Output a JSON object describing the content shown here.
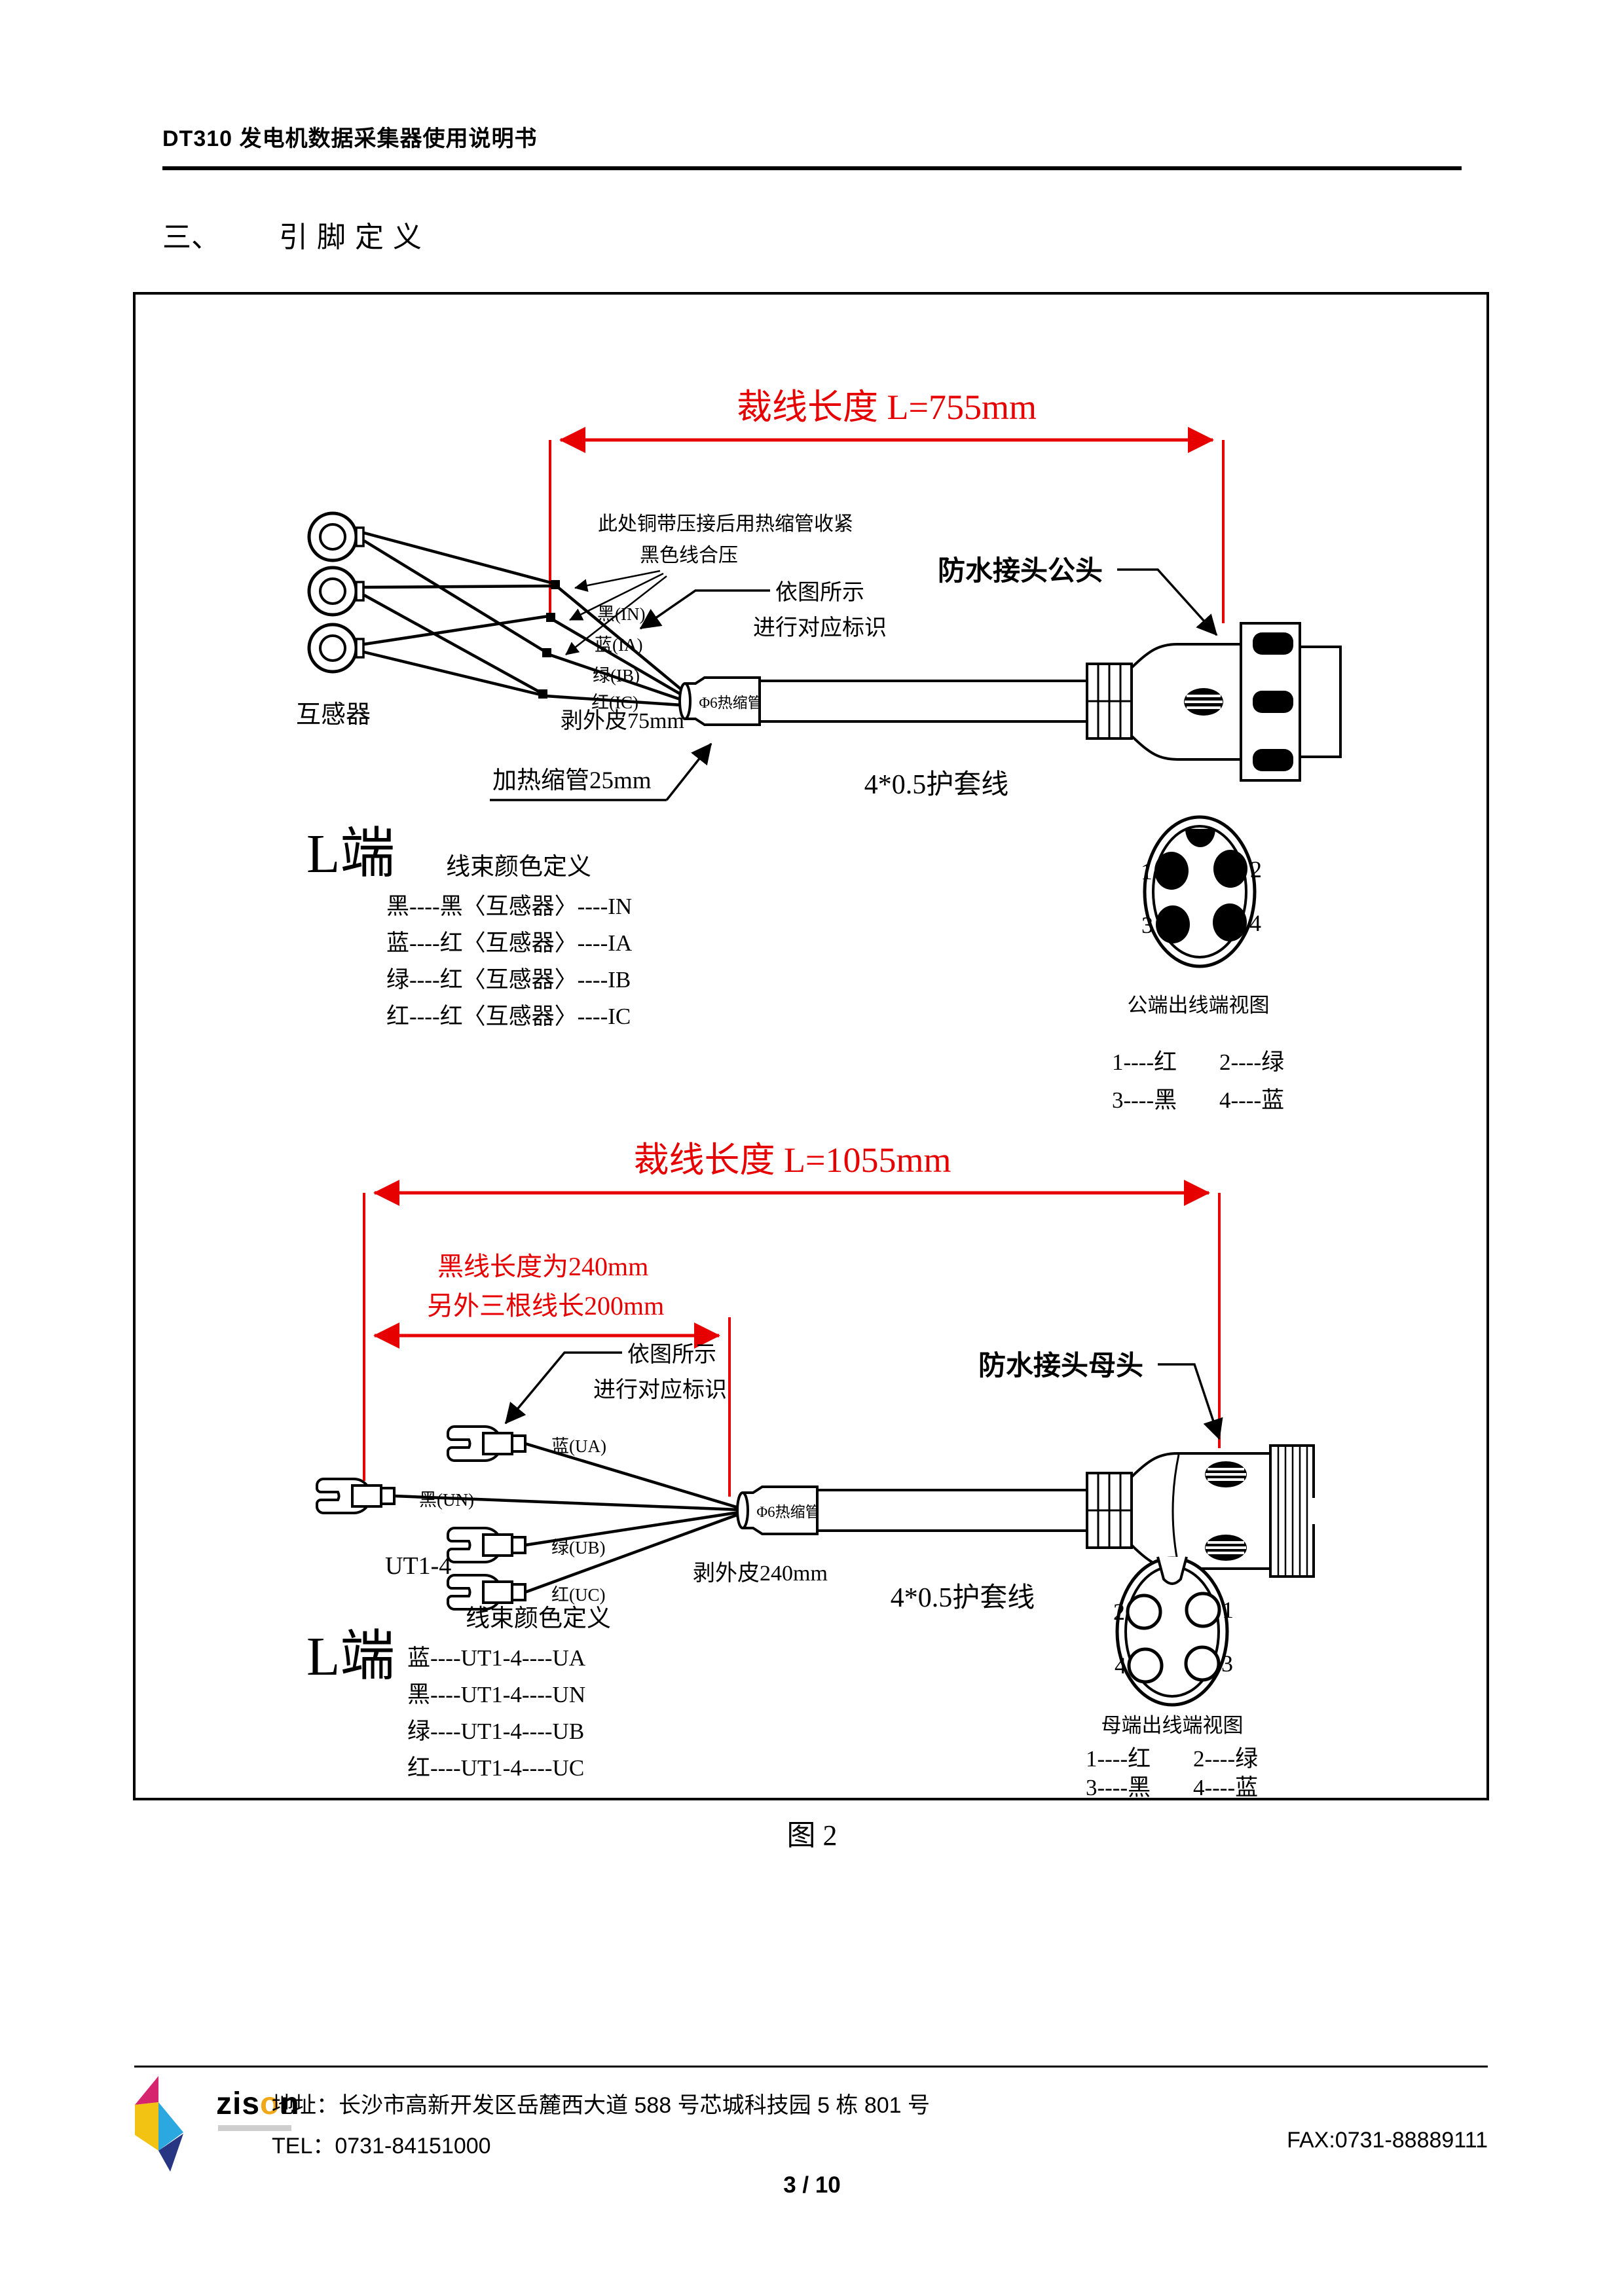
{
  "header": {
    "title": "DT310 发电机数据采集器使用说明书"
  },
  "section": {
    "number": "三、",
    "title": "引脚定义"
  },
  "figure": {
    "caption": "图 2",
    "top": {
      "dim_label": "裁线长度 L=755mm",
      "crimp_note_line1": "此处铜带压接后用热缩管收紧",
      "crimp_note_line2": "黑色线合压",
      "transformer_label": "互感器",
      "wire_labels": [
        "黑(IN)",
        "蓝(IA)",
        "绿(IB)",
        "红(IC)"
      ],
      "strip_label": "剥外皮75mm",
      "sleeve_label": "Φ6热缩管",
      "heat_label": "加热缩管25mm",
      "mark_note_line1": "依图所示",
      "mark_note_line2": "进行对应标识",
      "connector_label": "防水接头公头",
      "cable_label": "4*0.5护套线",
      "end_label": "L端",
      "color_def": {
        "title": "线束颜色定义",
        "rows": [
          "黑----黑〈互感器〉----IN",
          "蓝----红〈互感器〉----IA",
          "绿----红〈互感器〉----IB",
          "红----红〈互感器〉----IC"
        ]
      },
      "pinview": {
        "caption": "公端出线端视图",
        "numbers": [
          "1",
          "2",
          "3",
          "4"
        ],
        "legend": [
          "1----红",
          "2----绿",
          "3----黑",
          "4----蓝"
        ]
      }
    },
    "bottom": {
      "dim_label": "裁线长度 L=1055mm",
      "len_note_line1": "黑线长度为240mm",
      "len_note_line2": "另外三根线长200mm",
      "mark_note_line1": "依图所示",
      "mark_note_line2": "进行对应标识",
      "connector_label": "防水接头母头",
      "terminal_label": "UT1-4",
      "wire_labels": [
        "蓝(UA)",
        "黑(UN)",
        "绿(UB)",
        "红(UC)"
      ],
      "strip_label": "剥外皮240mm",
      "sleeve_label": "Φ6热缩管",
      "cable_label": "4*0.5护套线",
      "end_label": "L端",
      "color_def": {
        "title": "线束颜色定义",
        "rows": [
          "蓝----UT1-4----UA",
          "黑----UT1-4----UN",
          "绿----UT1-4----UB",
          "红----UT1-4----UC"
        ]
      },
      "pinview": {
        "caption": "母端出线端视图",
        "numbers": [
          "2",
          "1",
          "4",
          "3"
        ],
        "legend": [
          "1----红",
          "2----绿",
          "3----黑",
          "4----蓝"
        ]
      }
    }
  },
  "footer": {
    "brand_zis": "zis",
    "brand_o": "o",
    "brand_n": "n",
    "address": "地址：长沙市高新开发区岳麓西大道 588 号芯城科技园 5 栋 801 号",
    "tel": "TEL：0731-84151000",
    "fax": "FAX:0731-88889111",
    "page": "3 / 10"
  },
  "colors": {
    "dimension_red": "#e60000",
    "logo_magenta": "#d6246e",
    "logo_yellow": "#f2c313",
    "logo_cyan": "#2ba8df",
    "logo_navy": "#283583",
    "logo_orange": "#f0a818"
  }
}
